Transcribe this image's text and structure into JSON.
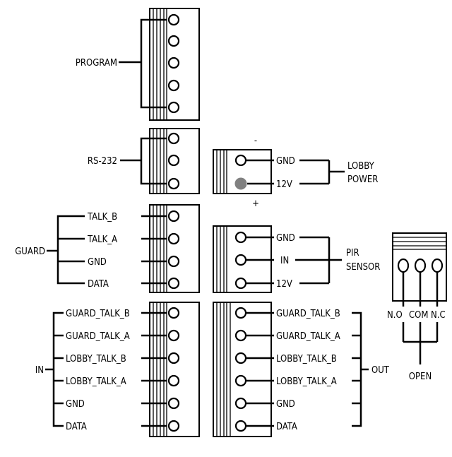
{
  "program": {
    "label": "PROGRAM"
  },
  "rs232": {
    "label": "RS-232"
  },
  "lobby_power": {
    "minus": "-",
    "plus": "+",
    "pins": [
      "GND",
      "12V"
    ],
    "label_line1": "LOBBY",
    "label_line2": "POWER"
  },
  "guard": {
    "label": "GUARD",
    "pins": [
      "TALK_B",
      "TALK_A",
      "GND",
      "DATA"
    ]
  },
  "pir": {
    "pins": [
      "GND",
      "IN",
      "12V"
    ],
    "label_line1": "PIR",
    "label_line2": "SENSOR"
  },
  "relay": {
    "pins": [
      "N.O",
      "COM",
      "N.C"
    ],
    "label": "OPEN"
  },
  "in_block": {
    "label": "IN",
    "pins": [
      "GUARD_TALK_B",
      "GUARD_TALK_A",
      "LOBBY_TALK_B",
      "LOBBY_TALK_A",
      "GND",
      "DATA"
    ]
  },
  "out_block": {
    "label": "OUT",
    "pins": [
      "GUARD_TALK_B",
      "GUARD_TALK_A",
      "LOBBY_TALK_B",
      "LOBBY_TALK_A",
      "GND",
      "DATA"
    ]
  }
}
